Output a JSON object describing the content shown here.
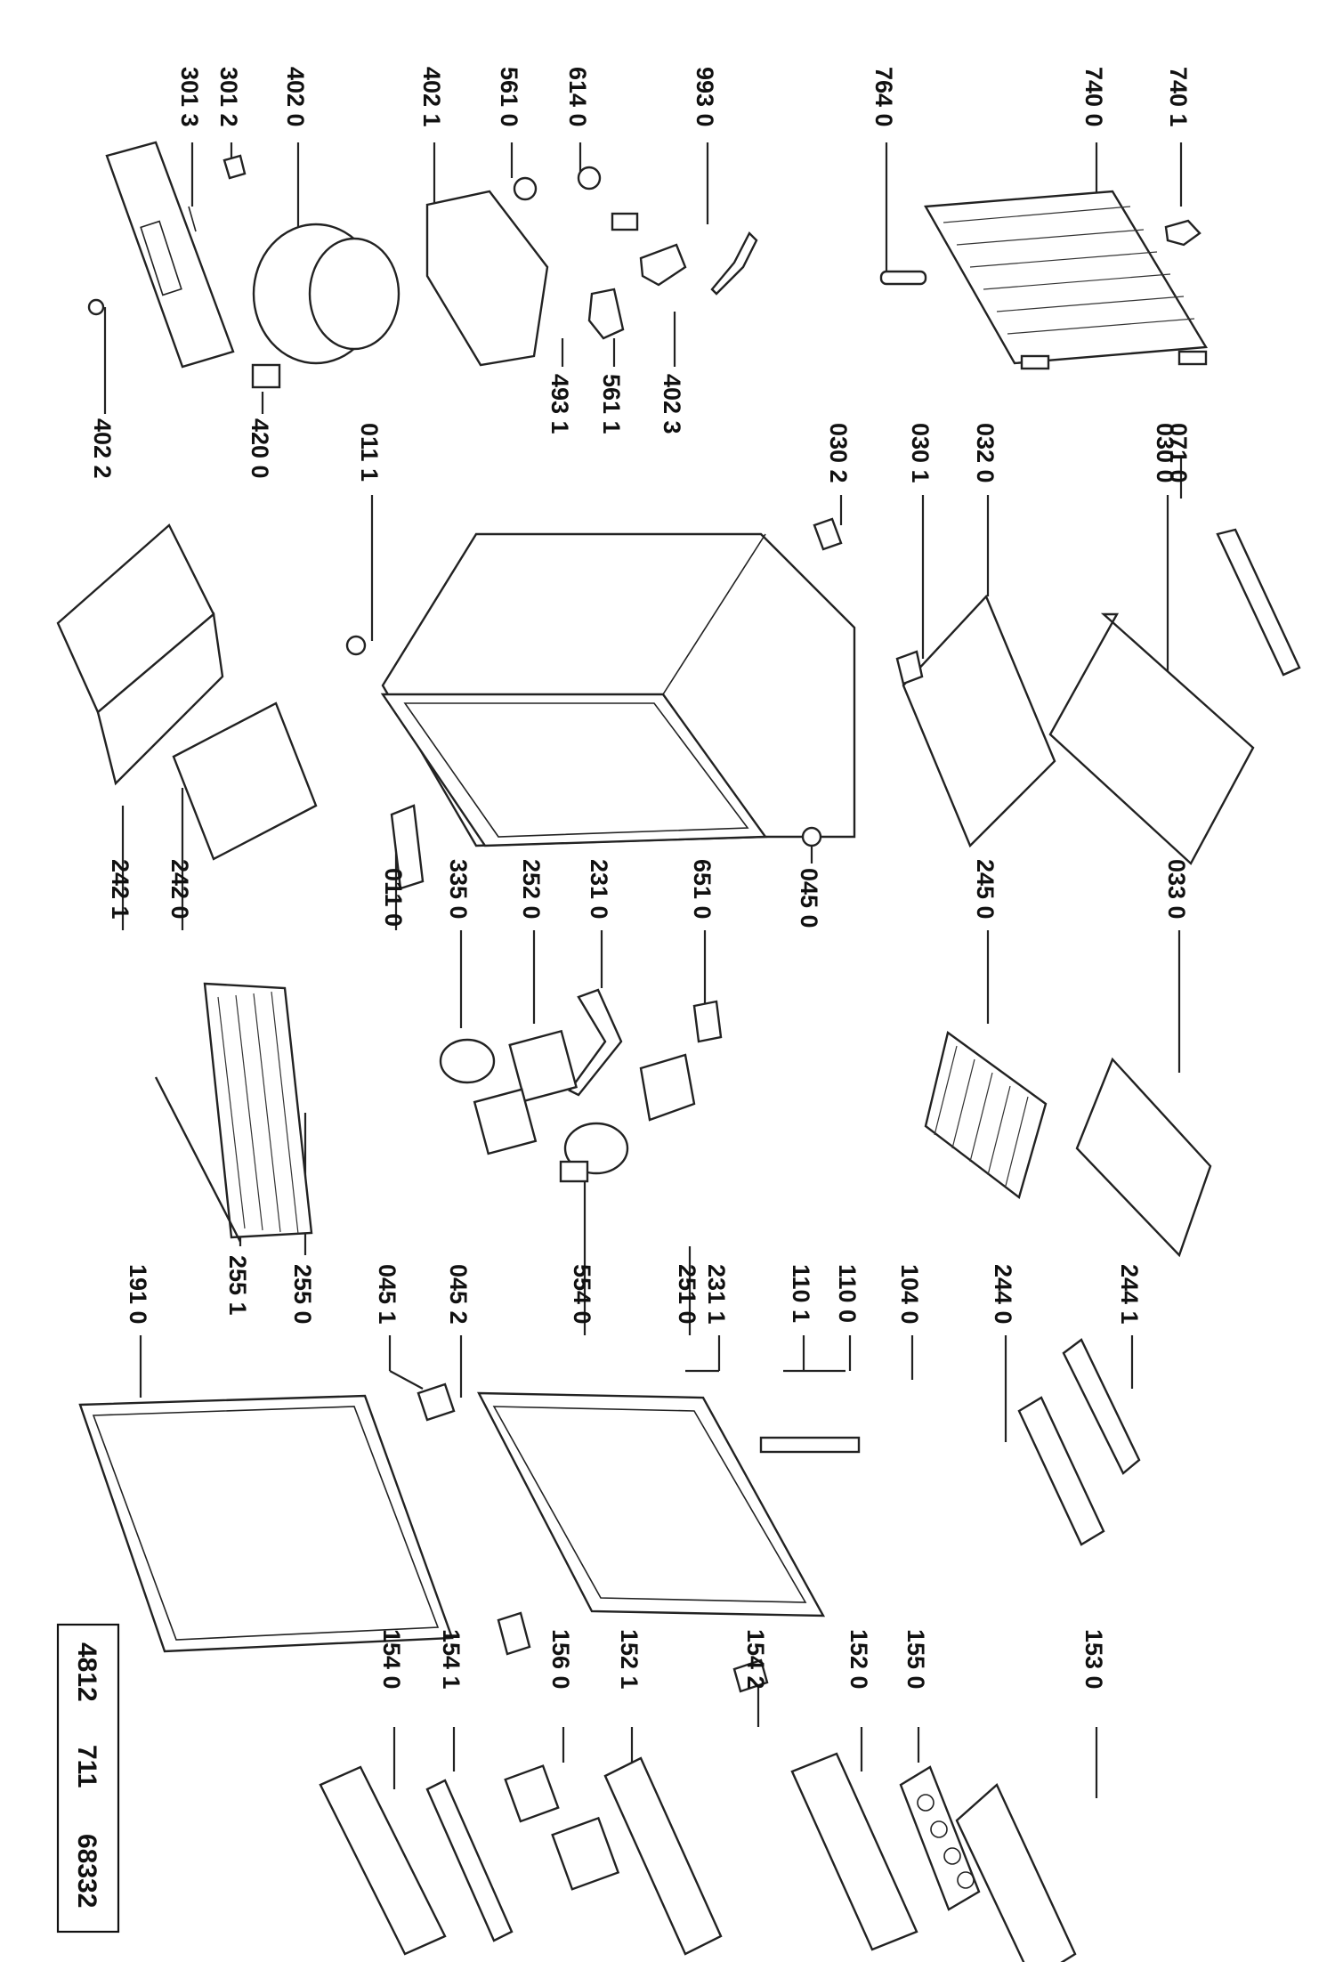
{
  "document_code": {
    "part1": "4812",
    "part2": "711",
    "part3": "68332"
  },
  "labels": [
    {
      "id": "p7401",
      "text": "740 1"
    },
    {
      "id": "p7400",
      "text": "740 0"
    },
    {
      "id": "p7640",
      "text": "764 0"
    },
    {
      "id": "p9930",
      "text": "993 0"
    },
    {
      "id": "p6140",
      "text": "614 0"
    },
    {
      "id": "p5610",
      "text": "561 0"
    },
    {
      "id": "p4021",
      "text": "402 1"
    },
    {
      "id": "p4020",
      "text": "402 0"
    },
    {
      "id": "p3012",
      "text": "301 2"
    },
    {
      "id": "p3013",
      "text": "301 3"
    },
    {
      "id": "p0710",
      "text": "071 0"
    },
    {
      "id": "p0300",
      "text": "030 0"
    },
    {
      "id": "p0320",
      "text": "032 0"
    },
    {
      "id": "p0301",
      "text": "030 1"
    },
    {
      "id": "p0302",
      "text": "030 2"
    },
    {
      "id": "p4023",
      "text": "402 3"
    },
    {
      "id": "p5611",
      "text": "561 1"
    },
    {
      "id": "p4931",
      "text": "493 1"
    },
    {
      "id": "p0111",
      "text": "011 1"
    },
    {
      "id": "p4200",
      "text": "420 0"
    },
    {
      "id": "p4022",
      "text": "402 2"
    },
    {
      "id": "p0330",
      "text": "033 0"
    },
    {
      "id": "p2450",
      "text": "245 0"
    },
    {
      "id": "p0450",
      "text": "045 0"
    },
    {
      "id": "p6510",
      "text": "651 0"
    },
    {
      "id": "p2310",
      "text": "231 0"
    },
    {
      "id": "p2520",
      "text": "252 0"
    },
    {
      "id": "p3350",
      "text": "335 0"
    },
    {
      "id": "p0110",
      "text": "011 0"
    },
    {
      "id": "p2420",
      "text": "242 0"
    },
    {
      "id": "p2421",
      "text": "242 1"
    },
    {
      "id": "p2441",
      "text": "244 1"
    },
    {
      "id": "p2440",
      "text": "244 0"
    },
    {
      "id": "p1040",
      "text": "104 0"
    },
    {
      "id": "p1100",
      "text": "110 0"
    },
    {
      "id": "p1101",
      "text": "110 1"
    },
    {
      "id": "p2311",
      "text": "231 1"
    },
    {
      "id": "p2510",
      "text": "251 0"
    },
    {
      "id": "p5540",
      "text": "554 0"
    },
    {
      "id": "p0452",
      "text": "045 2"
    },
    {
      "id": "p0451",
      "text": "045 1"
    },
    {
      "id": "p2550",
      "text": "255 0"
    },
    {
      "id": "p2551",
      "text": "255 1"
    },
    {
      "id": "p1910",
      "text": "191 0"
    },
    {
      "id": "p1530",
      "text": "153 0"
    },
    {
      "id": "p1550",
      "text": "155 0"
    },
    {
      "id": "p1520",
      "text": "152 0"
    },
    {
      "id": "p1542",
      "text": "154 2"
    },
    {
      "id": "p1521",
      "text": "152 1"
    },
    {
      "id": "p1560",
      "text": "156 0"
    },
    {
      "id": "p1541",
      "text": "154 1"
    },
    {
      "id": "p1540",
      "text": "154 0"
    }
  ]
}
